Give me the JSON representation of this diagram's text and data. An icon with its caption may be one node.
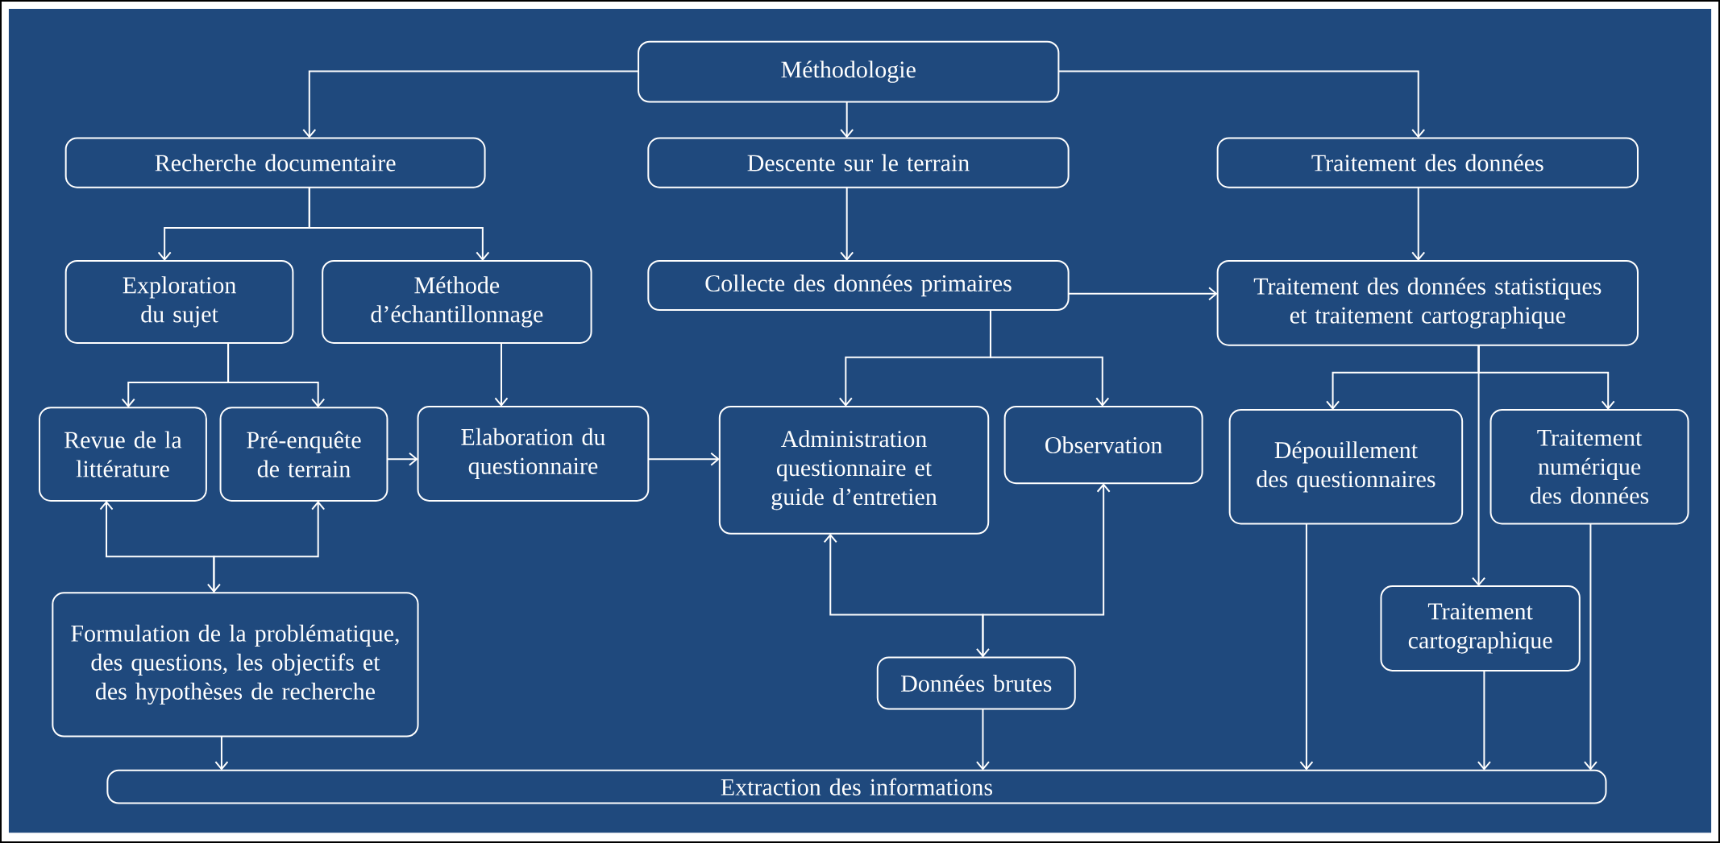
{
  "diagram": {
    "nodes": [
      {
        "text": [
          "Méthodologie"
        ]
      },
      {
        "text": [
          "Recherche documentaire"
        ]
      },
      {
        "text": [
          "Descente sur le terrain"
        ]
      },
      {
        "text": [
          "Traitement des données"
        ]
      },
      {
        "text": [
          "Exploration du sujet"
        ]
      },
      {
        "text": [
          "Méthode d’échantillonnage"
        ]
      },
      {
        "text": [
          "Collecte des données primaires"
        ]
      },
      {
        "text": [
          "Traitement des données statistiques et traitement cartographique"
        ]
      },
      {
        "text": [
          "Revue de la littérature"
        ]
      },
      {
        "text": [
          "Pré-enquête de terrain"
        ]
      },
      {
        "text": [
          "Elaboration du questionnaire"
        ]
      },
      {
        "text": [
          "Administration questionnaire et guide d’entretien"
        ]
      },
      {
        "text": [
          "Observation"
        ]
      },
      {
        "text": [
          "Dépouillement des questionnaires"
        ]
      },
      {
        "text": [
          "Traitement numérique des données"
        ]
      },
      {
        "text": [
          "Formulation de la problématique, des questions, les objectifs et des hypothèses de recherche"
        ]
      },
      {
        "text": [
          "Données brutes"
        ]
      },
      {
        "text": [
          "Traitement cartographique"
        ]
      },
      {
        "text": [
          "Extraction des informations"
        ]
      }
    ],
    "edges": [
      {
        "from": 0,
        "to": 1,
        "arrow": "to"
      },
      {
        "from": 0,
        "to": 2,
        "arrow": "to"
      },
      {
        "from": 0,
        "to": 3,
        "arrow": "to"
      },
      {
        "from": 1,
        "to": 4,
        "arrow": "to"
      },
      {
        "from": 1,
        "to": 5,
        "arrow": "to"
      },
      {
        "from": 2,
        "to": 6,
        "arrow": "to"
      },
      {
        "from": 3,
        "to": 7,
        "arrow": "to"
      },
      {
        "from": 6,
        "to": 7,
        "arrow": "to"
      },
      {
        "from": 4,
        "to": 8,
        "arrow": "to"
      },
      {
        "from": 4,
        "to": 9,
        "arrow": "to"
      },
      {
        "from": 5,
        "to": 10,
        "arrow": "to"
      },
      {
        "from": 9,
        "to": 10,
        "arrow": "to"
      },
      {
        "from": 10,
        "to": 11,
        "arrow": "to"
      },
      {
        "from": 6,
        "to": 11,
        "arrow": "to"
      },
      {
        "from": 6,
        "to": 12,
        "arrow": "to"
      },
      {
        "from": 7,
        "to": 13,
        "arrow": "to"
      },
      {
        "from": 7,
        "to": 14,
        "arrow": "to"
      },
      {
        "from": 7,
        "to": 17,
        "arrow": "to"
      },
      {
        "from": 15,
        "to": 8,
        "arrow": "both"
      },
      {
        "from": 15,
        "to": 9,
        "arrow": "to"
      },
      {
        "from": 16,
        "to": 11,
        "arrow": "both"
      },
      {
        "from": 16,
        "to": 12,
        "arrow": "to"
      },
      {
        "from": 15,
        "to": 18,
        "arrow": "to"
      },
      {
        "from": 16,
        "to": 18,
        "arrow": "to"
      },
      {
        "from": 13,
        "to": 18,
        "arrow": "to"
      },
      {
        "from": 17,
        "to": 18,
        "arrow": "to"
      },
      {
        "from": 14,
        "to": 18,
        "arrow": "to"
      }
    ]
  }
}
